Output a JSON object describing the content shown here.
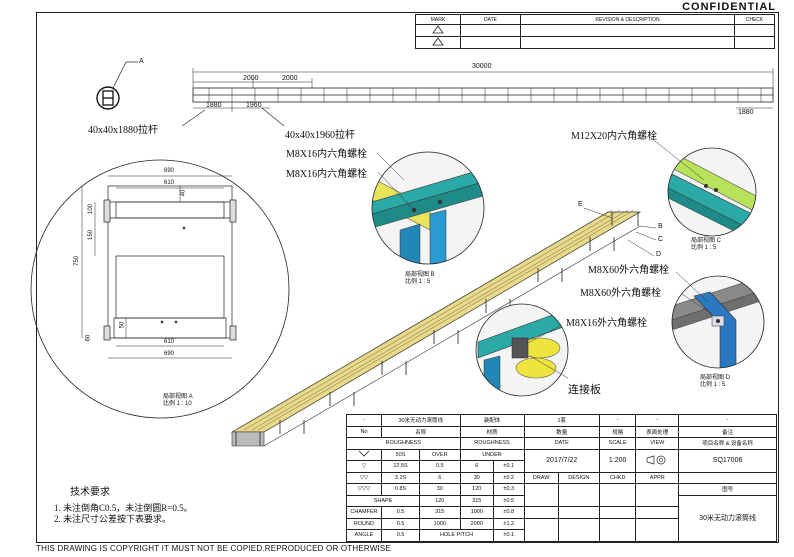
{
  "header": {
    "confidential": "CONFIDENTIAL"
  },
  "revision": {
    "headers": [
      "MARK",
      "DATE",
      "REVISION & DESCRIPTION",
      "CHECK"
    ],
    "marks": [
      "1",
      "2"
    ]
  },
  "top_drawing": {
    "total_length": "30000",
    "dim_left_1": "2000",
    "dim_left_2": "2000",
    "dim_bottom_1": "1880",
    "dim_bottom_2": "1960",
    "dim_bottom_right": "1880",
    "section_marker": "A",
    "callout_1": "40x40x1880拉杆",
    "callout_2": "40x40x1960拉杆"
  },
  "detail_a": {
    "dim_top_outer": "690",
    "dim_top_inner": "610",
    "dim_bottom_inner": "610",
    "dim_bottom_outer": "690",
    "dim_height": "750",
    "dim_100": "100",
    "dim_150": "150",
    "dim_50": "50",
    "dim_40": "40",
    "dim_60": "60",
    "caption": "局部视图 A",
    "scale": "比例 1 : 10"
  },
  "detail_b": {
    "callout_1": "M8X16内六角螺栓",
    "callout_2": "M8X16内六角螺栓",
    "caption": "局部视图 B",
    "scale": "比例 1 : 5"
  },
  "detail_c": {
    "callout": "M12X20内六角螺栓",
    "caption": "局部视图 C",
    "scale": "比例 1 : 5"
  },
  "detail_d": {
    "callout_1": "M8X60外六角螺栓",
    "callout_2": "M8X60外六角螺栓",
    "caption": "局部视图 D",
    "scale": "比例 1 : 5"
  },
  "conveyor": {
    "labels": [
      "E",
      "B",
      "C",
      "D"
    ]
  },
  "joint": {
    "callout": "M8X16外六角螺栓",
    "label": "连接板"
  },
  "notes": {
    "title": "技术要求",
    "items": [
      "1.  未注倒角C0.5，未注倒圆R=0.5。",
      "2.  未注尺寸公差按下表要求。"
    ]
  },
  "title_block": {
    "row1": [
      "-",
      "30米无动力滚筒线",
      "装配体",
      "1套",
      "-",
      "-",
      "-"
    ],
    "row2": [
      "No",
      "名称",
      "材质",
      "数量",
      "规格",
      "表面处理",
      "备注"
    ],
    "roughness_header": [
      "ROUGHNESS",
      "ROUGHNESS",
      "DATE",
      "SCALE",
      "VIEW",
      "项目名称 & 设备名称"
    ],
    "rough_cols": [
      "50S",
      "OVER",
      "UNDER"
    ],
    "rows": [
      [
        "▽",
        "12.5S",
        "0.5",
        "6",
        "±0.1"
      ],
      [
        "▽▽",
        "3.2S",
        "6",
        "30",
        "±0.2"
      ],
      [
        "▽▽▽",
        "0.8S",
        "30",
        "120",
        "±0.3"
      ],
      [
        "SHAPE",
        "",
        "120",
        "315",
        "±0.5"
      ],
      [
        "CHAMFER",
        "0.5",
        "315",
        "1000",
        "±0.8"
      ],
      [
        "ROUND",
        "0.5",
        "1000",
        "2000",
        "±1.2"
      ],
      [
        "ANGLE",
        "0.5",
        "HOLE PITCH",
        "",
        "±0.1"
      ]
    ],
    "date": "2017/7/22",
    "scale": "1:200",
    "view_icon": "projection-icon",
    "project_code": "SQ17006",
    "sign_headers": [
      "DRAW",
      "DESIGN",
      "CHKD",
      "APPR"
    ],
    "drawing_no_label": "图号",
    "drawing_name": "30米无动力滚筒线"
  },
  "footer": {
    "copyright": "THIS DRAWING IS COPYRIGHT IT MUST NOT BE COPIED.REPRODUCED OR OTHERWISE"
  }
}
